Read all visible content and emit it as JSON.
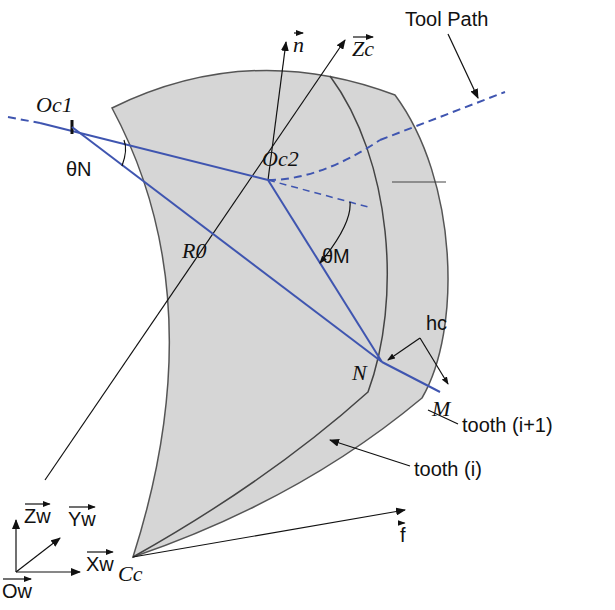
{
  "diagram": {
    "labels": [
      "n",
      "Zc",
      "Tool Path",
      "Oc1",
      "Oc2",
      "θN",
      "θM",
      "R0",
      "hc",
      "N",
      "M",
      "tooth (i+1)",
      "tooth (i)",
      "Cc",
      "f",
      "Zw",
      "Yw",
      "Xw",
      "Ow"
    ]
  }
}
